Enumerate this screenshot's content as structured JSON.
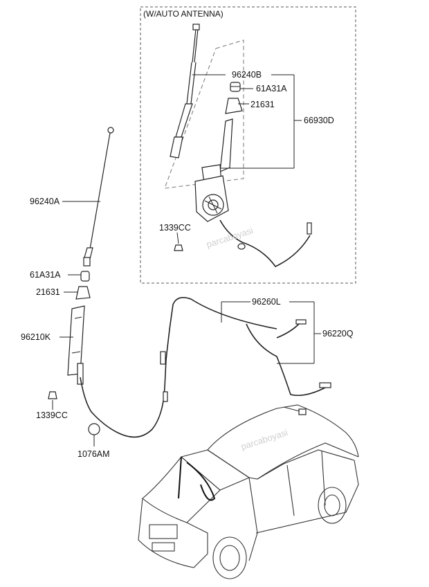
{
  "inset": {
    "title": "(W/AUTO ANTENNA)"
  },
  "labels": {
    "p96240B": "96240B",
    "p61A31A_top": "61A31A",
    "p21631_top": "21631",
    "p66930D": "66930D",
    "p1339CC_top": "1339CC",
    "p96240A": "96240A",
    "p61A31A": "61A31A",
    "p21631": "21631",
    "p96210K": "96210K",
    "p1339CC": "1339CC",
    "p1076AM": "1076AM",
    "p96260L": "96260L",
    "p96220Q": "96220Q"
  },
  "watermark": {
    "text": "parcaboyasi"
  }
}
